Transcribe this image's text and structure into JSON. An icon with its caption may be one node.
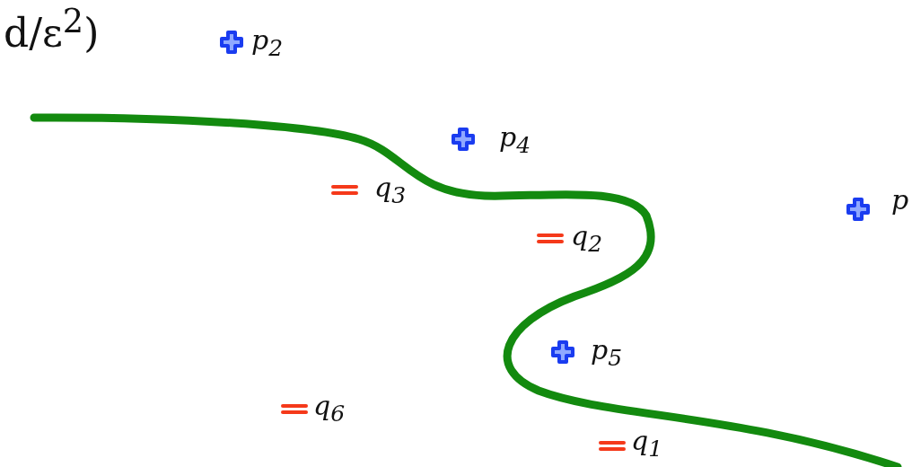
{
  "diagram": {
    "labels": [
      "d/ε$^{2}$)",
      "p$_{2}$",
      "p$_{4}$",
      "q$_{3}$",
      "p",
      "q$_{2}$",
      "p$_{5}$",
      "q$_{6}$",
      "q$_{1}$"
    ]
  }
}
